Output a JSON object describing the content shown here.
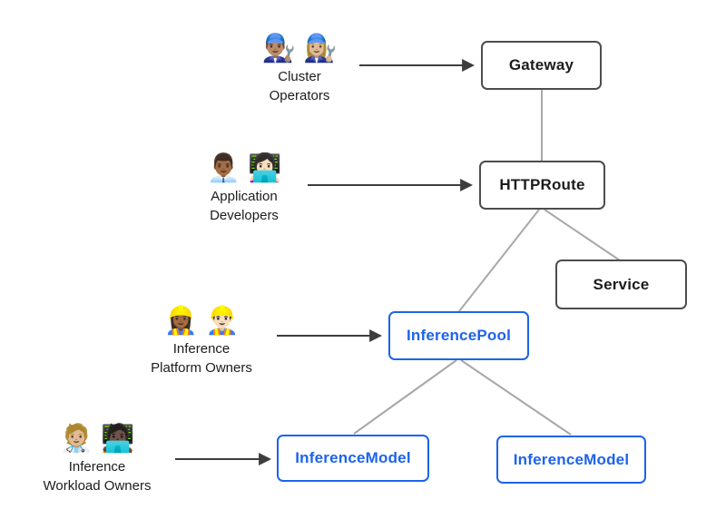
{
  "diagram": {
    "title_hint": "Gateway API inference extension personas and resources",
    "nodes": [
      {
        "id": "gateway",
        "label": "Gateway",
        "style": "gray"
      },
      {
        "id": "httproute",
        "label": "HTTPRoute",
        "style": "gray"
      },
      {
        "id": "service",
        "label": "Service",
        "style": "gray"
      },
      {
        "id": "inference-pool",
        "label": "InferencePool",
        "style": "blue"
      },
      {
        "id": "inference-model-left",
        "label": "InferenceModel",
        "style": "blue"
      },
      {
        "id": "inference-model-right",
        "label": "InferenceModel",
        "style": "blue"
      }
    ],
    "personas": [
      {
        "id": "cluster-operators",
        "emojis": "👨🏽‍🔧 👩🏼‍🔧",
        "lines": [
          "Cluster",
          "Operators"
        ]
      },
      {
        "id": "application-developers",
        "emojis": "👨🏾‍💼 👩🏻‍💻",
        "lines": [
          "Application",
          "Developers"
        ]
      },
      {
        "id": "inference-platform-owners",
        "emojis": "👷🏾‍♀️ 👷🏻‍♂️",
        "lines": [
          "Inference",
          "Platform Owners"
        ]
      },
      {
        "id": "inference-workload-owners",
        "emojis": "🧑🏼‍⚕️ 🧑🏿‍💻",
        "lines": [
          "Inference",
          "Workload Owners"
        ]
      }
    ],
    "colors": {
      "blue_accent": "#1d63ed",
      "gray_border": "#4d4d4d",
      "connector_gray": "#a8a8a8",
      "arrow_dark": "#3d3d3d",
      "text_dark": "#1c1c1c",
      "background": "#ffffff"
    }
  }
}
